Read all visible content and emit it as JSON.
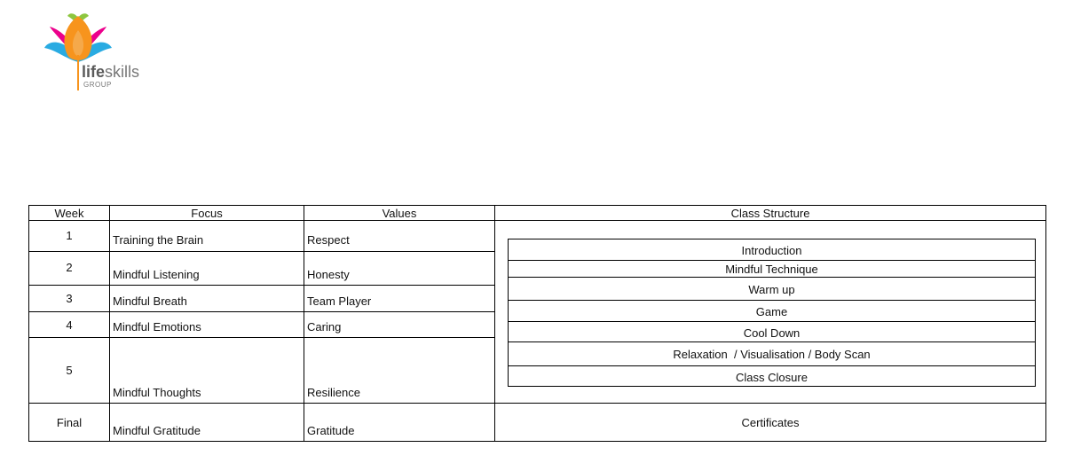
{
  "logo": {
    "word_bold": "life",
    "word_light": "skills",
    "subtitle": "GROUP",
    "colors": {
      "orange": "#F7941D",
      "magenta": "#EC008C",
      "cyan": "#29ABE2",
      "green": "#8DC63F",
      "text": "#6D6E71"
    }
  },
  "table": {
    "headers": [
      "Week",
      "Focus",
      "Values",
      "Class Structure"
    ],
    "rows": [
      {
        "week": "1",
        "focus": "Training the Brain",
        "value": "Respect"
      },
      {
        "week": "2",
        "focus": "Mindful Listening",
        "value": "Honesty"
      },
      {
        "week": "3",
        "focus": "Mindful Breath",
        "value": "Team Player"
      },
      {
        "week": "4",
        "focus": "Mindful Emotions",
        "value": "Caring"
      },
      {
        "week": "5",
        "focus": "Mindful Thoughts",
        "value": "Resilience"
      },
      {
        "week": "Final",
        "focus": "Mindful Gratitude",
        "value": "Gratitude"
      }
    ],
    "class_structure": [
      "Introduction",
      "Mindful Technique",
      "Warm up",
      "Game",
      "Cool Down",
      "Relaxation  / Visualisation / Body Scan",
      "Class Closure"
    ],
    "final_structure": "Certificates"
  }
}
